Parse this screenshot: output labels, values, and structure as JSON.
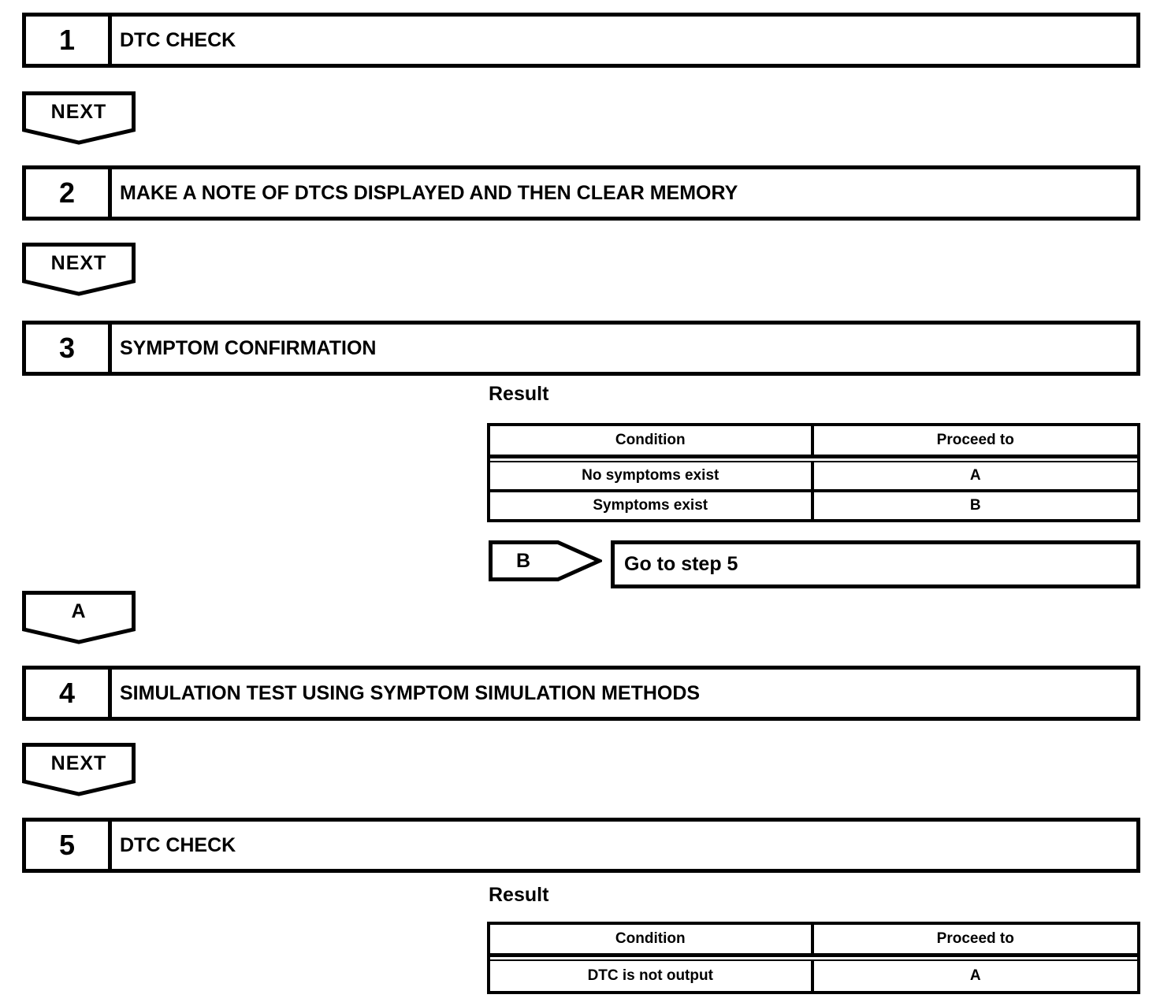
{
  "steps": [
    {
      "number": "1",
      "title": "DTC CHECK"
    },
    {
      "number": "2",
      "title": "MAKE A NOTE OF DTCS DISPLAYED AND THEN CLEAR MEMORY"
    },
    {
      "number": "3",
      "title": "SYMPTOM CONFIRMATION"
    },
    {
      "number": "4",
      "title": "SIMULATION TEST USING SYMPTOM SIMULATION METHODS"
    },
    {
      "number": "5",
      "title": "DTC CHECK"
    }
  ],
  "connectors": {
    "next_label": "NEXT",
    "a_label": "A",
    "b_label": "B",
    "goto_label": "Go to step 5"
  },
  "result_tables": [
    {
      "label": "Result",
      "headers": [
        "Condition",
        "Proceed to"
      ],
      "rows": [
        [
          "No symptoms exist",
          "A"
        ],
        [
          "Symptoms exist",
          "B"
        ]
      ]
    },
    {
      "label": "Result",
      "headers": [
        "Condition",
        "Proceed to"
      ],
      "rows": [
        [
          "DTC is not output",
          "A"
        ]
      ]
    }
  ],
  "colors": {
    "line": "#000000",
    "background": "#ffffff"
  }
}
